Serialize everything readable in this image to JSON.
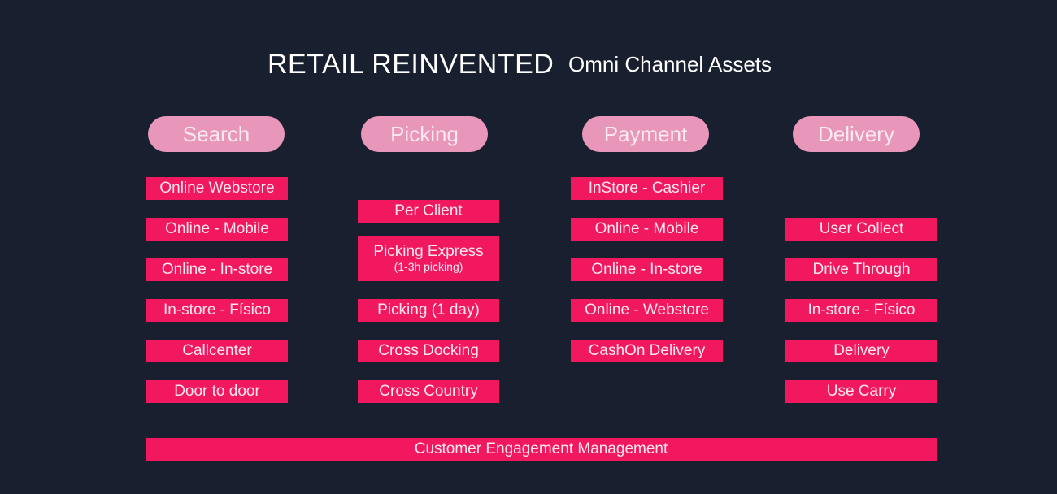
{
  "header": {
    "title": "RETAIL REINVENTED",
    "subtitle": "Omni Channel Assets"
  },
  "columns": [
    {
      "label": "Search",
      "items": [
        {
          "text": "Online Webstore"
        },
        {
          "text": "Online - Mobile"
        },
        {
          "text": "Online - In-store"
        },
        {
          "text": "In-store - Físico"
        },
        {
          "text": "Callcenter"
        },
        {
          "text": "Door to door"
        }
      ]
    },
    {
      "label": "Picking",
      "items": [
        {
          "text": "Per Client"
        },
        {
          "text": "Picking Express",
          "sub": "(1-3h picking)"
        },
        {
          "text": "Picking (1 day)"
        },
        {
          "text": "Cross Docking"
        },
        {
          "text": "Cross Country"
        }
      ]
    },
    {
      "label": "Payment",
      "items": [
        {
          "text": "InStore - Cashier"
        },
        {
          "text": "Online - Mobile"
        },
        {
          "text": "Online - In-store"
        },
        {
          "text": "Online - Webstore"
        },
        {
          "text": "CashOn Delivery"
        }
      ]
    },
    {
      "label": "Delivery",
      "items": [
        {
          "text": "User Collect"
        },
        {
          "text": "Drive Through"
        },
        {
          "text": "In-store - Físico"
        },
        {
          "text": "Delivery"
        },
        {
          "text": "Use Carry"
        }
      ]
    }
  ],
  "footer": {
    "label": "Customer Engagement Management"
  },
  "colors": {
    "background": "#18202f",
    "pill": "#e896b9",
    "box": "#f2185f"
  }
}
